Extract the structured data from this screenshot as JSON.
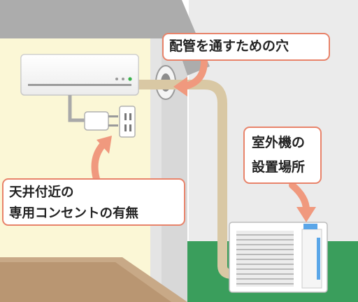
{
  "callouts": {
    "pipe_hole": "配管を通すための穴",
    "outdoor_unit_line1": "室外機の",
    "outdoor_unit_line2": "設置場所",
    "outlet_line1": "天井付近の",
    "outlet_line2": "専用コンセントの有無"
  },
  "colors": {
    "callout_border": "#e8836a",
    "arrow": "#f0997e",
    "interior_wall": "#fbf7d6",
    "roof": "#acacac",
    "exterior_wall": "#ebebeb",
    "grass": "#3a9e5c",
    "pipe": "#d9c8a4",
    "unit_accent": "#5aa6e8"
  }
}
